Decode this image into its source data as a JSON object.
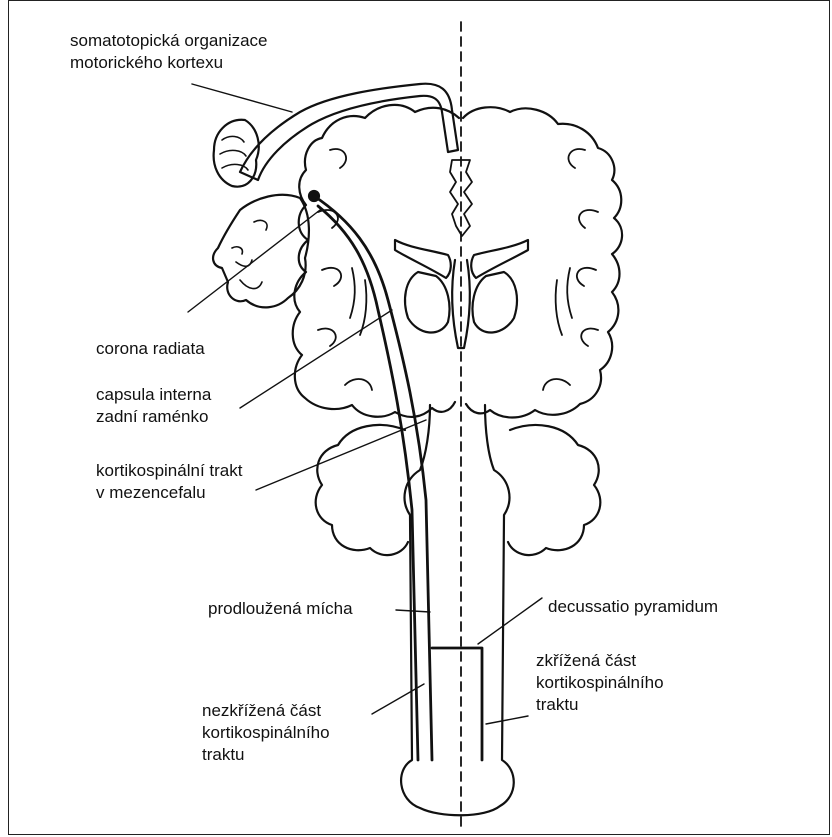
{
  "labels": {
    "somatotopy": "somatotopická organizace\nmotorického kortexu",
    "corona_radiata": "corona radiata",
    "capsula_interna": "capsula interna\nzadní raménko",
    "midbrain_tract": "kortikospinální trakt\nv mezencefalu",
    "medulla": "prodloužená mícha",
    "decussation": "decussatio pyramidum",
    "crossed_part": "zkřížená část\nkortikospinálního\ntraktu",
    "uncrossed_part": "nezkřížená část\nkortikospinálního\ntraktu"
  },
  "colors": {
    "ink": "#111111",
    "background": "#ffffff"
  }
}
